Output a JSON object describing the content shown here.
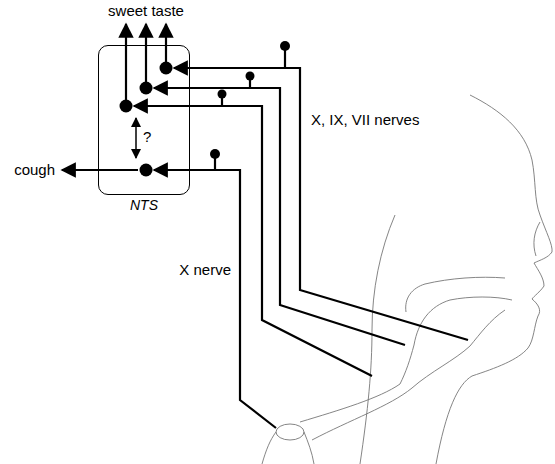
{
  "diagram": {
    "nodes": [
      {
        "text": [
          "NTS"
        ]
      }
    ],
    "labels": [
      "sweet taste",
      "?",
      "cough",
      "X, IX, VII nerves",
      "X nerve"
    ]
  }
}
